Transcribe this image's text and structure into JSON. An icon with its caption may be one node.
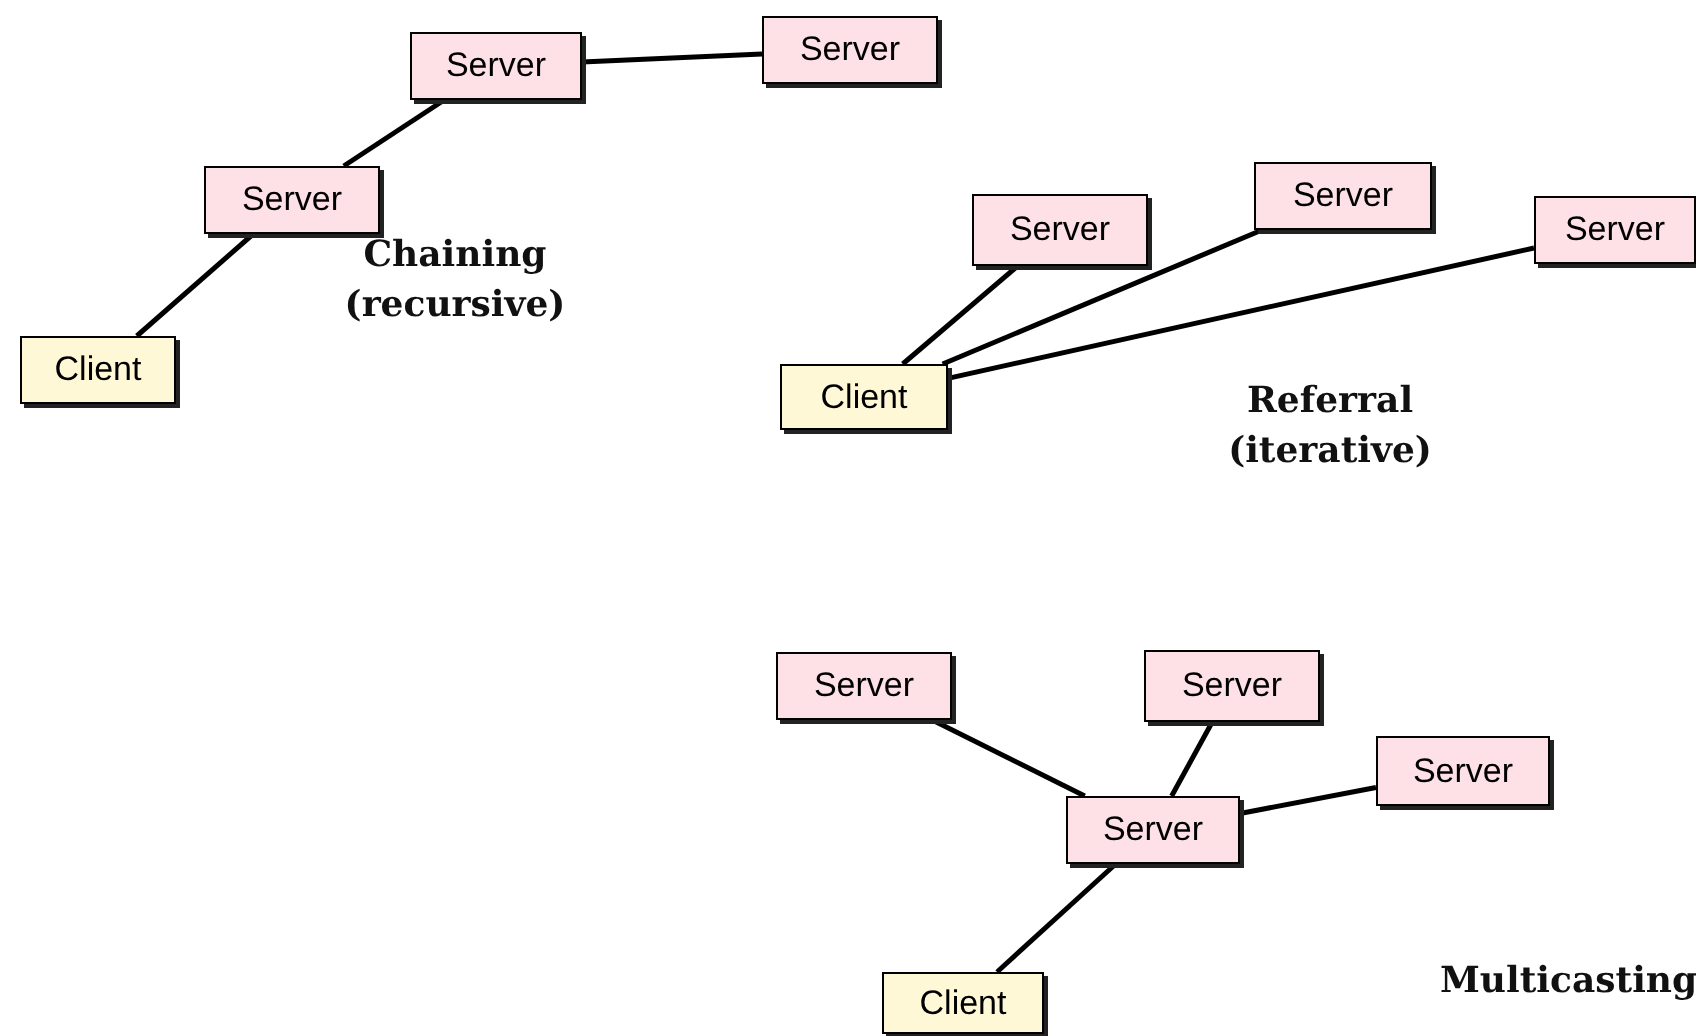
{
  "diagram": {
    "nodes": [
      {
        "text": [
          "Client"
        ]
      },
      {
        "text": [
          "Server"
        ]
      },
      {
        "text": [
          "Server"
        ]
      },
      {
        "text": [
          "Server"
        ]
      },
      {
        "text": [
          "Client"
        ]
      },
      {
        "text": [
          "Server"
        ]
      },
      {
        "text": [
          "Server"
        ]
      },
      {
        "text": [
          "Server"
        ]
      },
      {
        "text": [
          "Server"
        ]
      },
      {
        "text": [
          "Server"
        ]
      },
      {
        "text": [
          "Server"
        ]
      },
      {
        "text": [
          "Server"
        ]
      },
      {
        "text": [
          "Client"
        ]
      }
    ],
    "edges": [
      {
        "from": 0,
        "to": 1,
        "arrow": "none"
      },
      {
        "from": 1,
        "to": 2,
        "arrow": "none"
      },
      {
        "from": 2,
        "to": 3,
        "arrow": "none"
      },
      {
        "from": 4,
        "to": 5,
        "arrow": "none"
      },
      {
        "from": 4,
        "to": 6,
        "arrow": "none"
      },
      {
        "from": 4,
        "to": 7,
        "arrow": "none"
      },
      {
        "from": 11,
        "to": 8,
        "arrow": "none"
      },
      {
        "from": 11,
        "to": 9,
        "arrow": "none"
      },
      {
        "from": 11,
        "to": 10,
        "arrow": "none"
      },
      {
        "from": 12,
        "to": 11,
        "arrow": "none"
      }
    ],
    "labels": [
      "Chaining (recursive)",
      "Referral (iterative)",
      "Multicasting"
    ]
  }
}
